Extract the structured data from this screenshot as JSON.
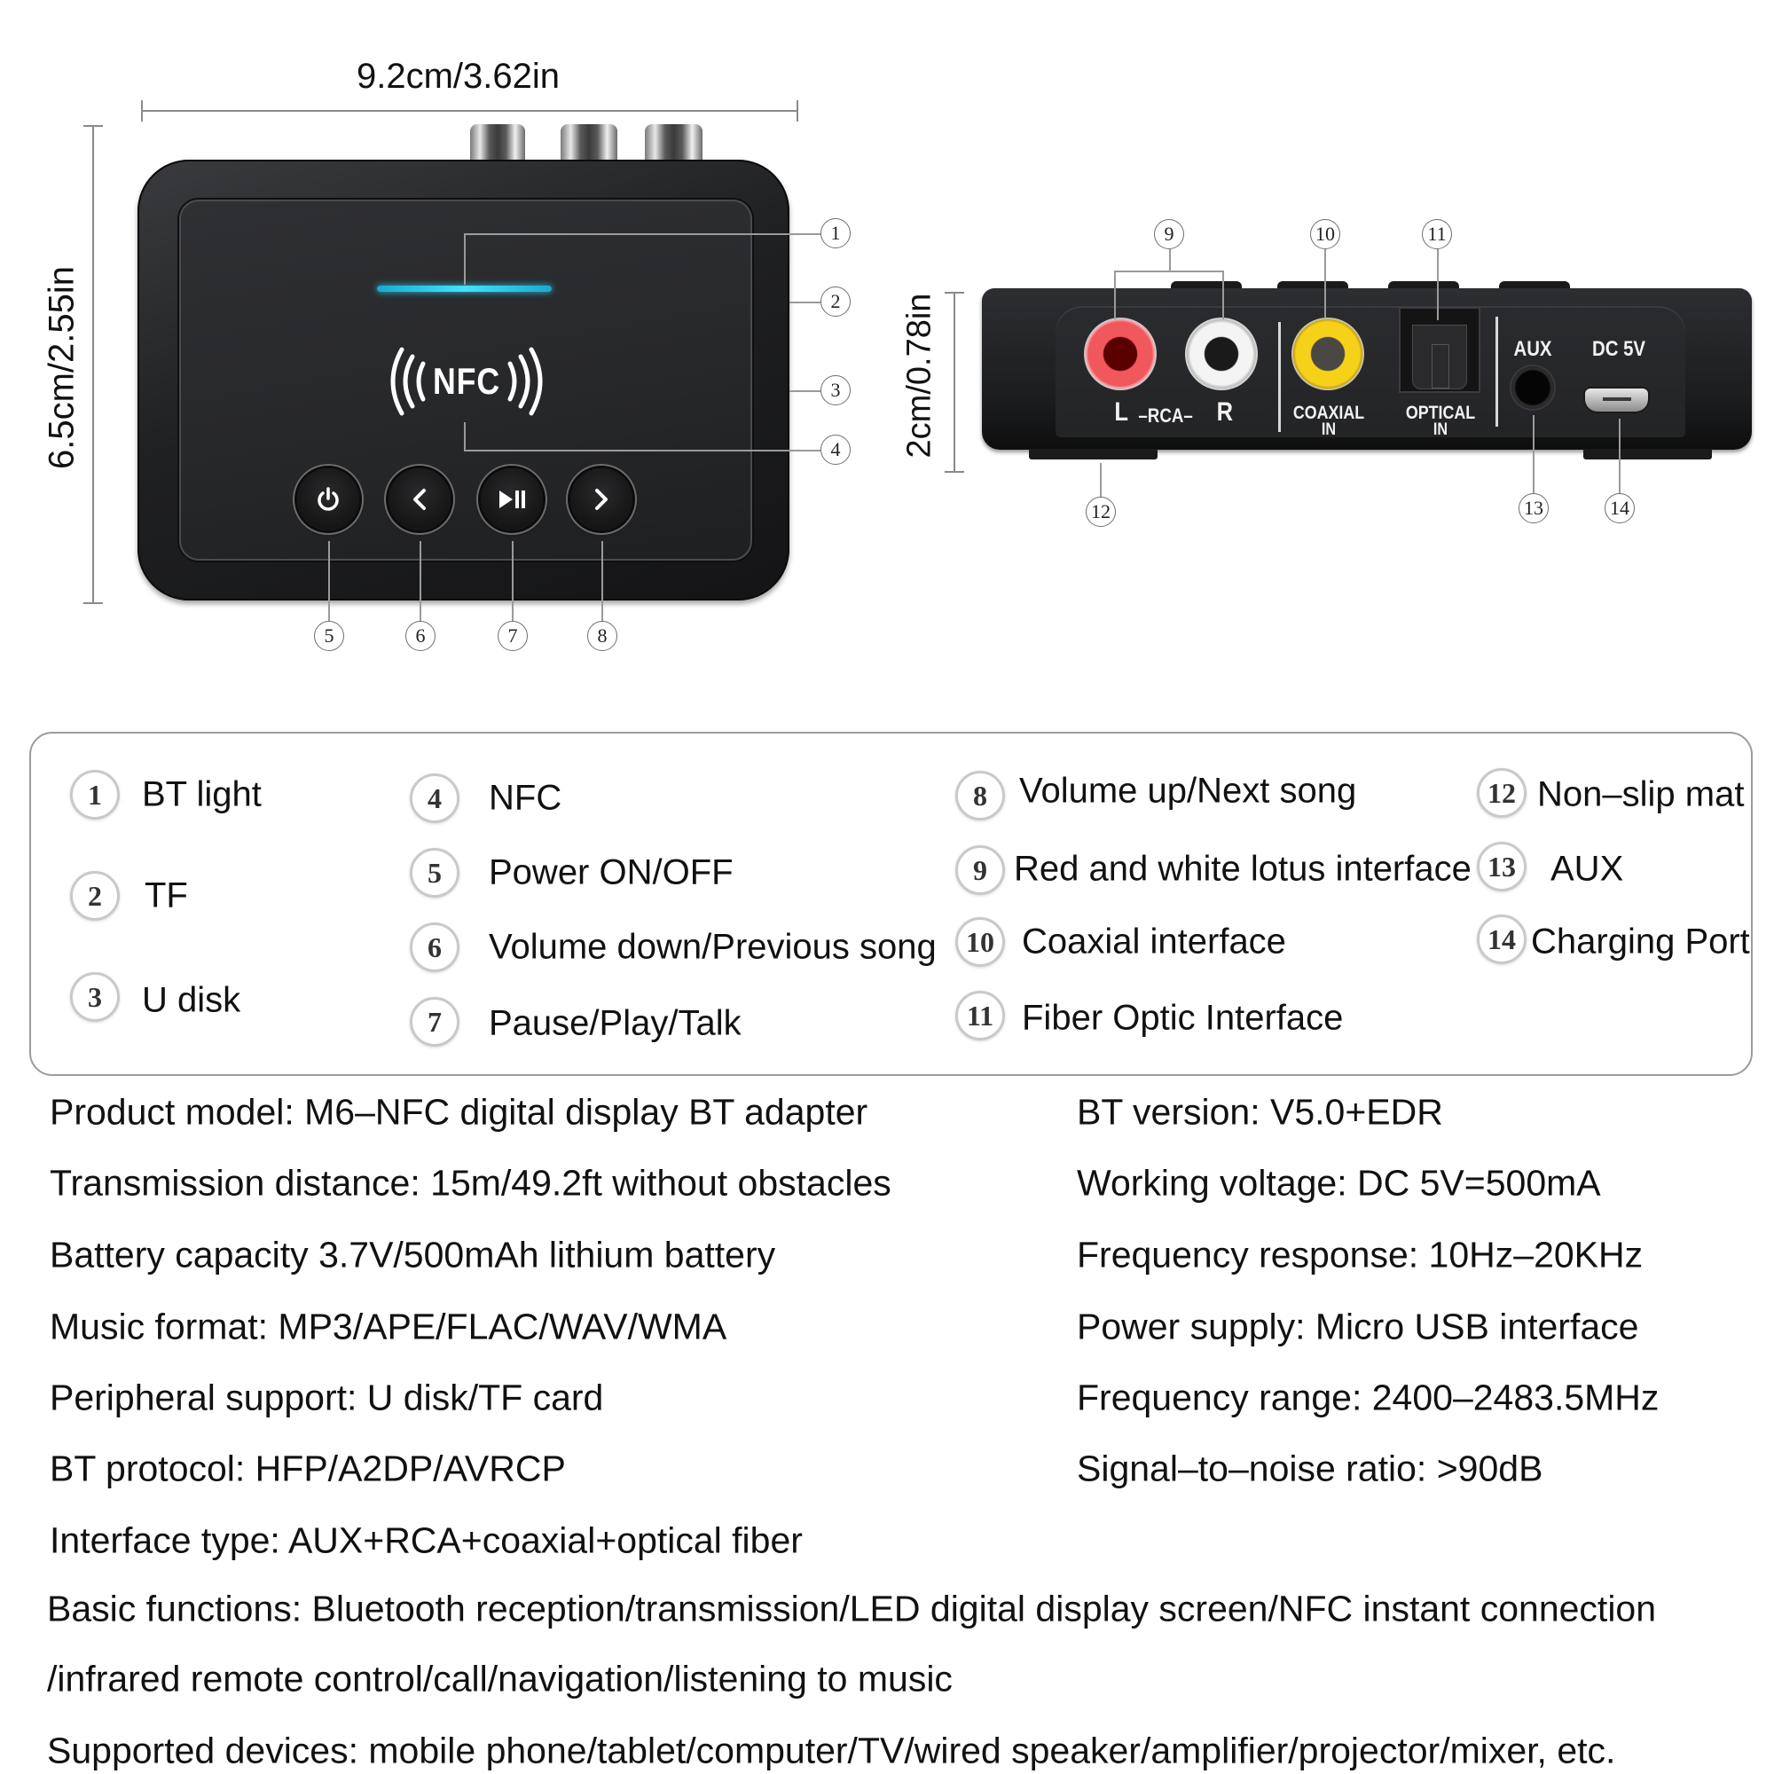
{
  "dimensions": {
    "width_label": "9.2cm/3.62in",
    "height_label": "6.5cm/2.55in",
    "depth_label": "2cm/0.78in"
  },
  "front_device": {
    "nfc_logo_text": "NFC",
    "led_color": "#22c3e0",
    "buttons": [
      {
        "id": "power",
        "icon": "power-icon",
        "callout": "5"
      },
      {
        "id": "previous",
        "icon": "chevron-left-icon",
        "callout": "6"
      },
      {
        "id": "play-pause",
        "icon": "play-pause-icon",
        "callout": "7"
      },
      {
        "id": "next",
        "icon": "chevron-right-icon",
        "callout": "8"
      }
    ],
    "side_callouts": [
      "1",
      "2",
      "3",
      "4"
    ]
  },
  "back_device": {
    "rca_label_l": "L",
    "rca_label_mid": "–RCA–",
    "rca_label_r": "R",
    "coaxial_label_1": "COAXIAL",
    "coaxial_label_2": "IN",
    "optical_label_1": "OPTICAL",
    "optical_label_2": "IN",
    "aux_label": "AUX",
    "dc_label": "DC 5V",
    "callouts_top": [
      "9",
      "10",
      "11"
    ],
    "callouts_bottom": [
      "12",
      "13",
      "14"
    ],
    "rca_colors": {
      "left": "#f0585e",
      "right": "#e6e6e6",
      "coaxial": "#f5d11a"
    }
  },
  "legend": [
    {
      "num": "1",
      "label": "BT light"
    },
    {
      "num": "2",
      "label": "TF"
    },
    {
      "num": "3",
      "label": "U disk"
    },
    {
      "num": "4",
      "label": "NFC"
    },
    {
      "num": "5",
      "label": "Power ON/OFF"
    },
    {
      "num": "6",
      "label": "Volume down/Previous song"
    },
    {
      "num": "7",
      "label": "Pause/Play/Talk"
    },
    {
      "num": "8",
      "label": "Volume up/Next song"
    },
    {
      "num": "9",
      "label": "Red and white lotus interface"
    },
    {
      "num": "10",
      "label": "Coaxial interface"
    },
    {
      "num": "11",
      "label": "Fiber Optic Interface"
    },
    {
      "num": "12",
      "label": "Non–slip mat"
    },
    {
      "num": "13",
      "label": "AUX"
    },
    {
      "num": "14",
      "label": "Charging Port"
    }
  ],
  "specs_left": [
    "Product model: M6–NFC digital display BT adapter",
    "Transmission distance: 15m/49.2ft without obstacles",
    "Battery capacity 3.7V/500mAh lithium battery",
    "Music format: MP3/APE/FLAC/WAV/WMA",
    "Peripheral support: U disk/TF card",
    "BT protocol: HFP/A2DP/AVRCP",
    "Interface type: AUX+RCA+coaxial+optical fiber"
  ],
  "specs_right": [
    "BT version: V5.0+EDR",
    "Working voltage: DC 5V=500mA",
    "Frequency response: 10Hz–20KHz",
    "Power supply: Micro USB interface",
    "Frequency range: 2400–2483.5MHz",
    "Signal–to–noise ratio: >90dB"
  ],
  "specs_full": [
    "Basic functions: Bluetooth reception/transmission/LED digital display screen/NFC instant connection",
    "/infrared remote control/call/navigation/listening to music",
    "Supported devices: mobile phone/tablet/computer/TV/wired speaker/amplifier/projector/mixer, etc."
  ]
}
